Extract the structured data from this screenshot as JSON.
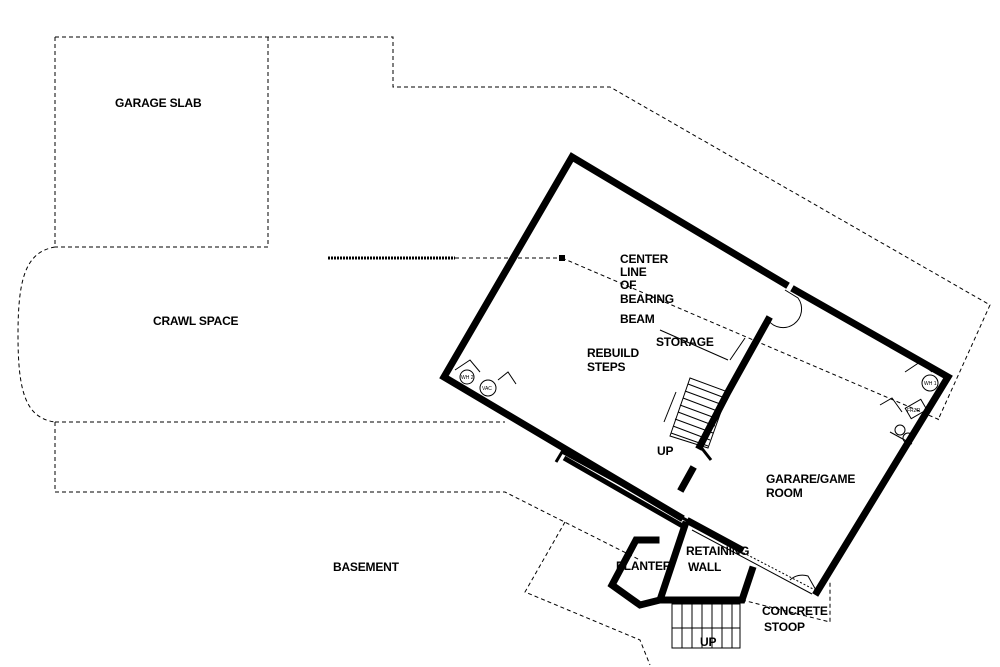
{
  "labels": {
    "garage_slab": "GARAGE SLAB",
    "crawl_space": "CRAWL SPACE",
    "basement": "BASEMENT",
    "center_line": [
      "CENTER",
      "LINE",
      "OF",
      "BEARING",
      "BEAM"
    ],
    "rebuild_steps": [
      "REBUILD",
      "STEPS"
    ],
    "storage": "STORAGE",
    "up_stair": "UP",
    "garage_room": [
      "GARARE/GAME",
      "ROOM"
    ],
    "retaining_wall": [
      "RETAINING",
      "WALL"
    ],
    "planter": "PLANTER",
    "concrete_stoop": [
      "CONCRETE",
      "STOOP"
    ],
    "up_stoop": "UP"
  },
  "equipment": {
    "wh_left": "WH 2",
    "vac": "VAC",
    "wh_right": "WH 1",
    "fixture": "FRZR"
  }
}
